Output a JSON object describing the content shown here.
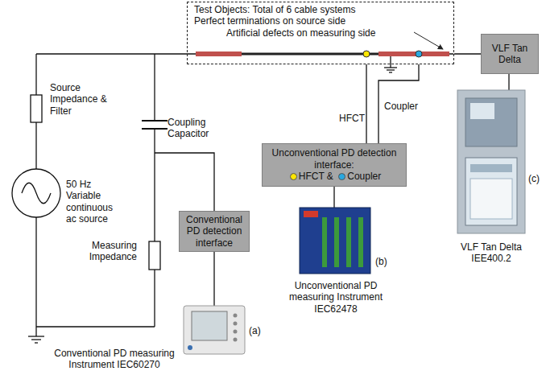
{
  "diagram": {
    "nodes": [
      {
        "text": [
          "Test Objects: Total of 6 cable systems",
          "Perfect terminations on source side",
          "Artificial defects on measuring side"
        ]
      },
      {
        "text": [
          "Conventional PD detection interface"
        ]
      },
      {
        "text": [
          "Unconventional PD detection interface:",
          "HFCT &",
          "Coupler"
        ]
      },
      {
        "text": [
          "VLF Tan Delta"
        ]
      }
    ],
    "edges": [
      {
        "from": 0,
        "to": 3,
        "arrow": "none"
      },
      {
        "from": 0,
        "to": 2,
        "label": "HFCT",
        "arrow": "none"
      },
      {
        "from": 0,
        "to": 2,
        "label": "Coupler",
        "arrow": "none"
      }
    ],
    "labels": [
      "Source Impedance & Filter",
      "50 Hz Variable continuous ac source",
      "Coupling Capacitor",
      "Measuring Impedance",
      "Conventional PD measuring Instrument IEC60270",
      "(a)",
      "Unconventional PD measuring Instrument IEC62478",
      "(b)",
      "VLF Tan Delta IEE400.2",
      "(c)"
    ]
  }
}
